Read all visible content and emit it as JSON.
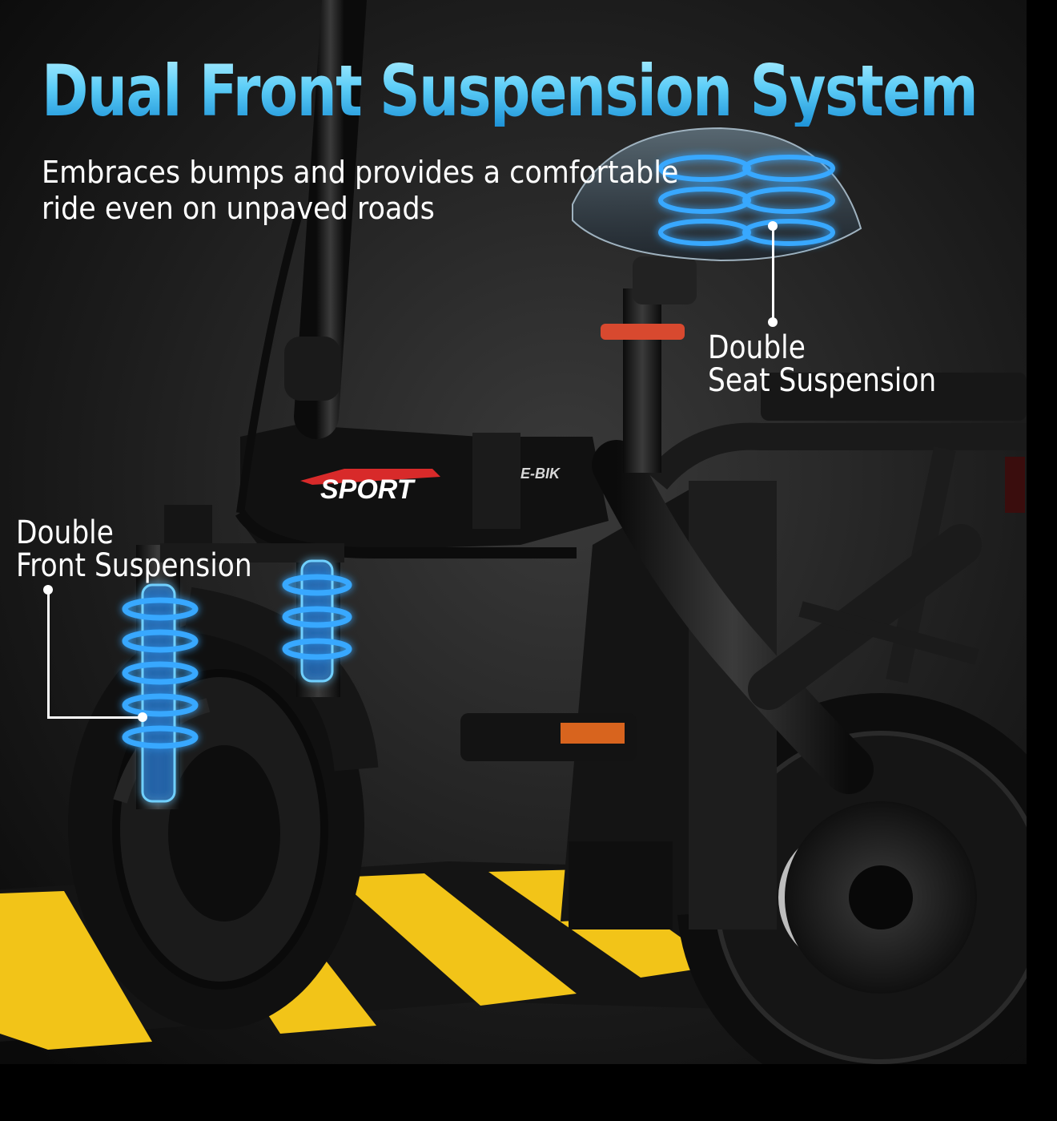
{
  "headline": "Dual Front Suspension System",
  "subheadline_lines": [
    "Embraces bumps and provides a comfortable",
    "ride even on unpaved roads"
  ],
  "callouts": {
    "seat": {
      "lines": [
        "Double",
        "Seat Suspension"
      ]
    },
    "front": {
      "lines": [
        "Double",
        "Front Suspension"
      ]
    }
  },
  "frame_decals": {
    "sport": "SPORT",
    "ebike": "E-BIK"
  },
  "colors": {
    "headline": "#4fc7f5",
    "glow": "#38a8ff",
    "bump_yellow": "#f2c418",
    "bump_black": "#141414",
    "seat_clamp": "#d8492f"
  }
}
